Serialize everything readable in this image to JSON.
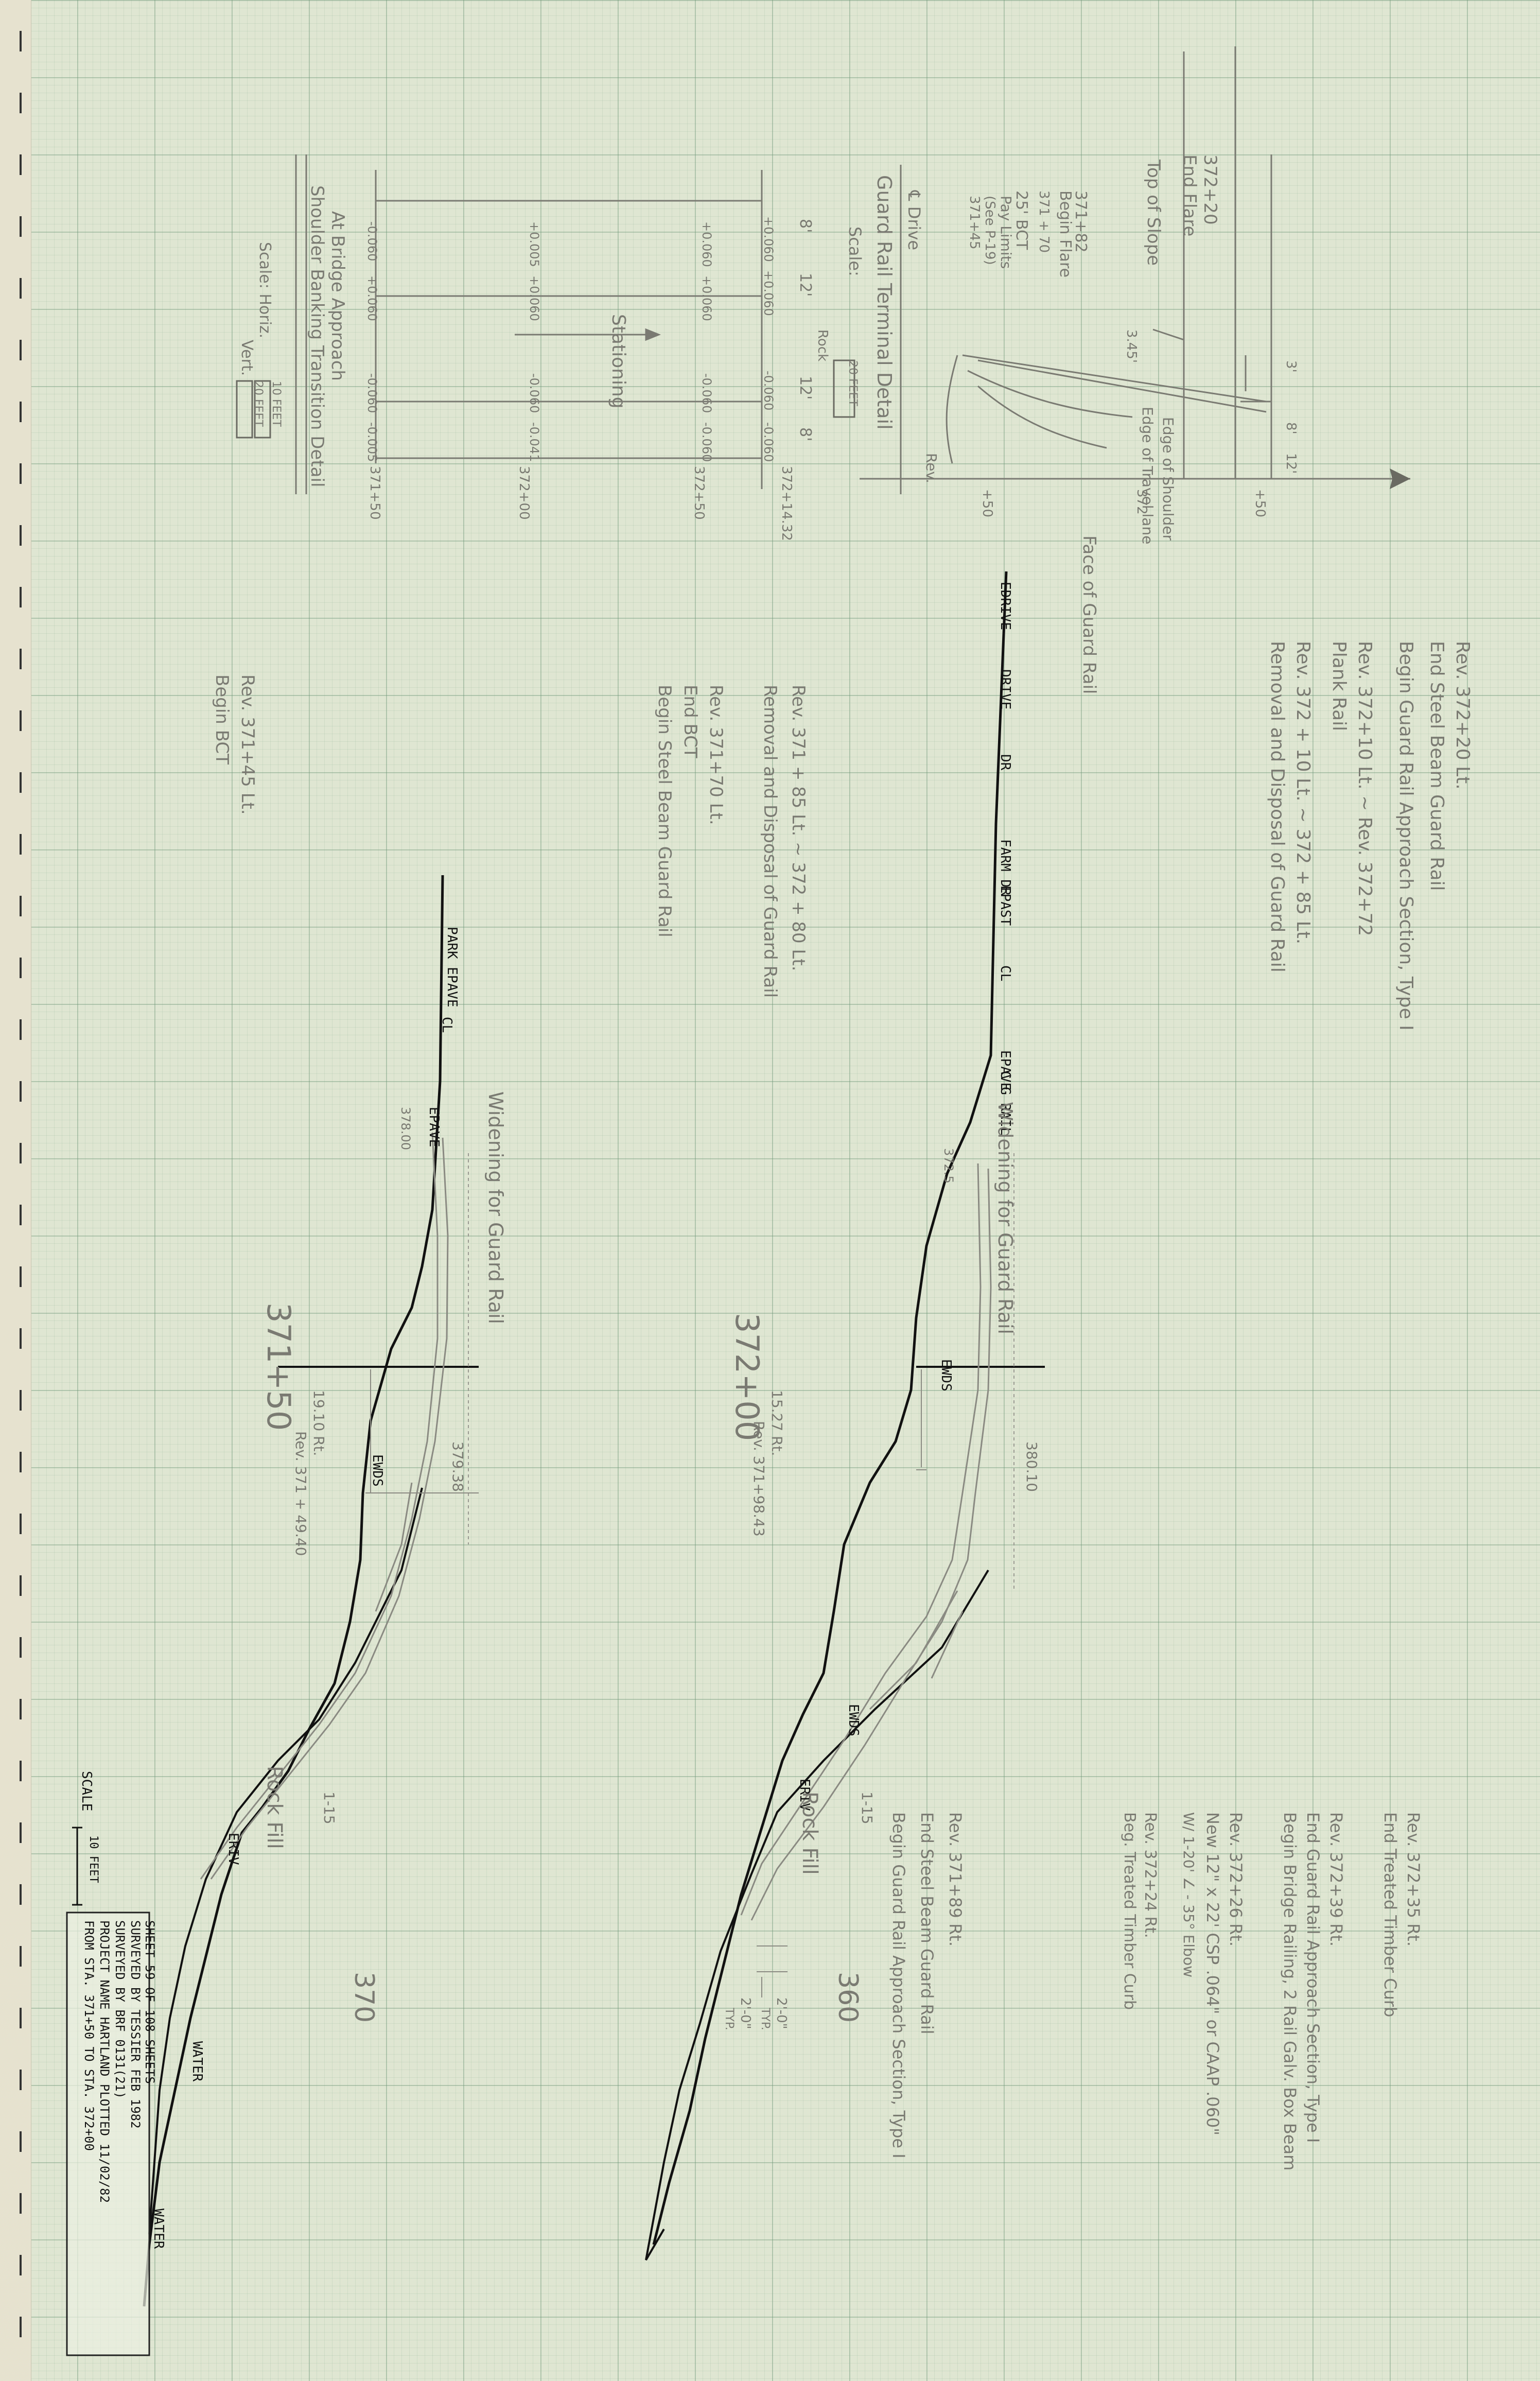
{
  "survey_labels": {
    "edrive": "EDRIVE",
    "drive": "DRIVE",
    "dr": "DR",
    "farm_dr": "FARM DR",
    "epast": "EPAST",
    "cl_upper": "CL",
    "epave_upper": "EPAVE",
    "c_g_rail": "C G RAIL",
    "ewds_upper": "EWDS",
    "ewds_mid": "EWDS",
    "eriv_upper": "ERIV",
    "park_epave": "PARK EPAVE",
    "cl_lower": "CL",
    "epave_lower": "EPAVE",
    "ewds_lower": "EWDS",
    "eriv_lower": "ERIV",
    "water_1": "WATER",
    "water_2": "WATER"
  },
  "stations": {
    "sta_372": "372+00",
    "sta_371": "371+50",
    "contour_360": "360",
    "contour_370": "370",
    "grade_upper": "380.10",
    "grade_mid": "379.38",
    "grade_lower": "378.00",
    "grade_372_5": "372.5"
  },
  "notes_upper": [
    "Rev. 372+20 Lt.",
    "End Steel Beam Guard Rail",
    "Begin Guard Rail Approach Section, Type I",
    "Rev. 372+10 Lt. ~ Rev. 372+72",
    "Plank Rail",
    "Rev. 372 + 10 Lt. ~ 372 + 85 Lt.",
    "Removal and Disposal of Guard Rail"
  ],
  "notes_mid": [
    "Rev. 371 + 85 Lt. ~ 372 + 80 Lt.",
    "Removal and Disposal of Guard Rail",
    "Rev. 371+70 Lt.",
    "End BCT",
    "Begin Steel Beam Guard Rail",
    "Rev. 371+45 Lt.",
    "Begin BCT"
  ],
  "notes_right": [
    "Rev. 372+35 Rt.",
    "End Treated Timber Curb",
    "Rev. 372+39 Rt.",
    "End Guard Rail Approach Section, Type I",
    "Begin Bridge Railing, 2 Rail Galv. Box Beam",
    "Rev. 372+26 Rt.",
    "New 12\" x 22' CSP .064\" or CAAP .060\"",
    "W/ 1-20' ∠ - 35° Elbow",
    "Rev. 372+24 Rt.",
    "Beg. Treated Timber Curb",
    "Rev. 371+89 Rt.",
    "End Steel Beam Guard Rail",
    "Begin Guard Rail Approach Section, Type I"
  ],
  "annotations": {
    "widening_upper": "Widening for Guard Rail",
    "widening_lower": "Widening for Guard Rail",
    "rock_fill_upper": "Rock Fill",
    "rock_fill_lower": "Rock Fill",
    "slope_upper": "1-15",
    "slope_lower": "1-15",
    "dim_upper_1": "15.27 Rt.",
    "dim_upper_2": "Rev. 371+98.43",
    "dim_lower_1": "19.10 Rt.",
    "dim_lower_2": "Rev. 371 + 49.40",
    "dim_2_0_a": "2'-0\"",
    "dim_2_0_b": "2'-0\"",
    "typ_a": "TYP.",
    "typ_b": "TYP.",
    "face_of_guard_rail": "Face of Guard Rail"
  },
  "detail_terminal": {
    "title": "Guard Rail Terminal Detail",
    "drive_label": "℄ Drive",
    "scale_label": "Scale:",
    "scale_value": "20 FEET",
    "label_372_20": "372+20",
    "label_end_flare": "End Flare",
    "label_top_of_slope": "Top of Slope",
    "label_371_82": "371+82",
    "label_begin_flare": "Begin Flare",
    "label_371_70": "371 + 70",
    "label_25_bct": "25' BCT",
    "label_pay_limits": "Pay Limits",
    "label_see_p": "(See P-19)",
    "label_371_45": "371+45",
    "label_edge_shoulder": "Edge of Shoulder",
    "label_edge_travel": "Edge of Travel lane",
    "label_rev": "Rev.",
    "label_3": "3'",
    "label_8": "8'",
    "label_12": "12'",
    "label_3_45": "3.45'",
    "label_plus50_top": "+50",
    "label_372": "372",
    "label_plus50_bot": "+50"
  },
  "detail_banking": {
    "title": "Shoulder Banking Transition Detail",
    "subtitle": "At Bridge Approach",
    "stationing": "Stationing",
    "scale_h_label": "Scale: Horiz.",
    "scale_h_value": "10 FEET",
    "scale_v_label": "Vert.",
    "scale_v_value": "20 FEET",
    "widths": [
      "8'",
      "12'",
      "12'",
      "8'"
    ],
    "stations": [
      "372+14.32",
      "372+50",
      "372+00",
      "371+50"
    ],
    "row1": [
      "+0.060",
      "+0.060",
      "-0.060",
      "-0.060"
    ],
    "row2": [
      "+0.060",
      "+0.060",
      "-0.060",
      "-0.060"
    ],
    "row3": [
      "+0.005",
      "+0.060",
      "-0.060",
      "-0.041"
    ],
    "row4": [
      "-0.060",
      "+0.060",
      "-0.060",
      "-0.005"
    ],
    "rock_label": "Rock"
  },
  "title_block": {
    "line1": "FROM STA.   371+50      TO STA.   372+00",
    "line2": "PROJECT NAME  HARTLAND         PLOTTED 11/02/82",
    "line3": "SURVEYED BY  BRF 0131(21)",
    "line4": "SURVEYED BY   TESSIER          FEB 1982",
    "line5": "SHEET  59  OF  108  SHEETS"
  },
  "scale_bar": {
    "label": "SCALE",
    "value": "10 FEET"
  }
}
